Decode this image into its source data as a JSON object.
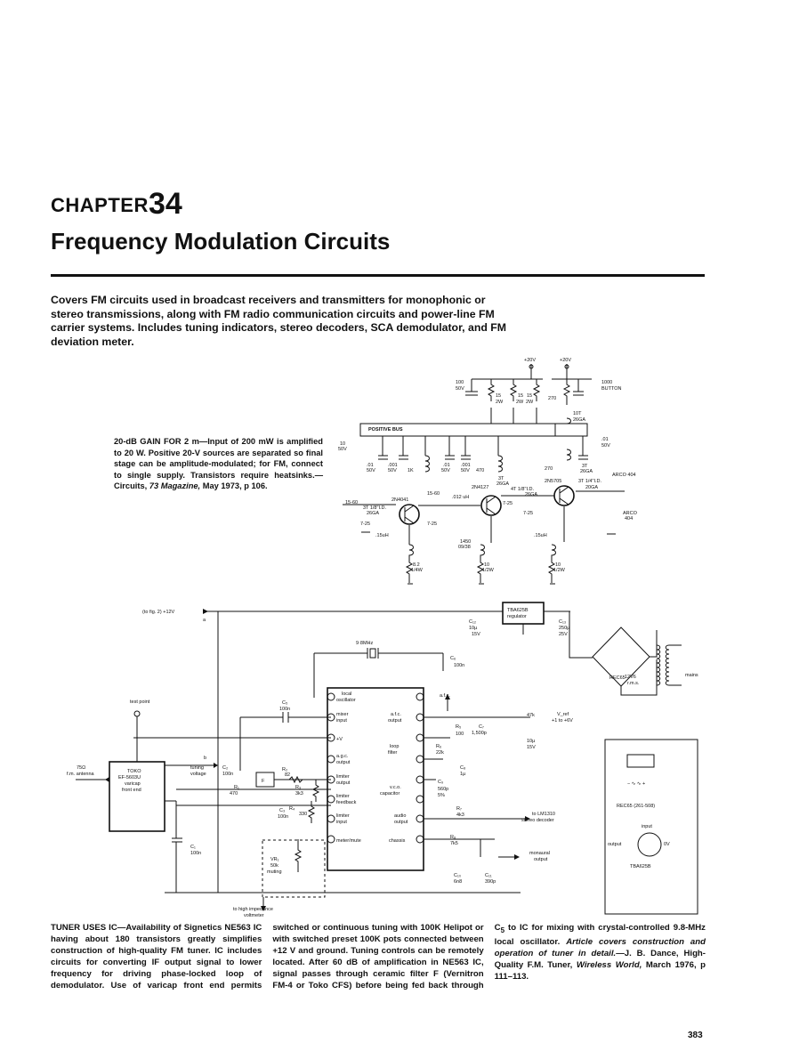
{
  "chapter": {
    "label": "CHAPTER",
    "number": "34",
    "title": "Frequency Modulation Circuits"
  },
  "intro": "Covers FM circuits used in broadcast receivers and transmitters for monophonic or stereo transmissions, along with FM radio communication circuits and power-line FM carrier systems. Includes tuning indicators, stereo decoders, SCA demodulator, and FM deviation meter.",
  "figure1": {
    "caption_head": "20-dB GAIN FOR 2 m",
    "caption_body": "—Input of 200 mW is amplified to 20 W. Positive 20-V sources are separated so final stage can be amplitude-modulated; for FM, connect to single supply. Transistors require heatsinks.—Circuits, ",
    "caption_source": "73 Magazine,",
    "caption_ref": " May 1973, p 106.",
    "labels": {
      "supply1": "+20V",
      "supply2": "+20V",
      "c100": "100",
      "c100v": "50V",
      "r15a": "15",
      "r15a2": "2W",
      "r15b": "15",
      "r15b2": "2W",
      "r15c": "15",
      "r15c2": "2W",
      "r270a": "270",
      "c1000": "1000",
      "button": "BUTTON",
      "l10t": "10T",
      "l10tg": "26GA",
      "bus": "POSITIVE BUS",
      "c10": "10",
      "c10v": "50V",
      "c01a": ".01",
      "c01av": "50V",
      "c001": ".001",
      "c001v": "50V",
      "r1k": "1K",
      "c01b": ".01",
      "c01bv": "50V",
      "c001b": ".001",
      "c001bv": "50V",
      "r470": "470",
      "l3ta": "3T",
      "l3tag": "26GA",
      "c01c": ".01",
      "c01cv": "50V",
      "r270b": "270",
      "l3tb": "3T",
      "l3tbg": "26GA",
      "q1": "2N4041",
      "q2": "2N4127",
      "q3": "2N5705",
      "arco1": "ARCO 404",
      "arco2": "ARCO",
      "arco2b": "404",
      "l3t18": "3T 1/8\"I.D.",
      "l3t18g": "26GA",
      "l4t": "4T 1/8\"I.D.",
      "l4tg": "26GA",
      "l3t14": "3T 1/4\"I.D.",
      "l3t14g": "20GA",
      "cap15_60a": "15-60",
      "cap15_60b": "15-60",
      "c725a": "7-25",
      "c725b": "7-25",
      "c725c": "7-25",
      "c725d": "7-25",
      "l012": ".012 uH",
      "l15a": ".15uH",
      "l15b": ".15uH",
      "r82": "8.2",
      "r82w": "1/4W",
      "r10a": "10",
      "r10aw": "1/2W",
      "r10b": "10",
      "r10bw": "1/2W",
      "c1450": "1450",
      "c1450b": "09/38"
    }
  },
  "figure2": {
    "labels": {
      "tofig": "(to fig. 2) +12V",
      "a": "a",
      "b": "b",
      "testpoint": "test point",
      "antenna": "75Ω",
      "antenna2": "f.m. antenna",
      "toko1": "TOKO",
      "toko2": "EF-5603U",
      "toko3": "varicap",
      "toko4": "front end",
      "tuning": "tuning",
      "tuning2": "voltage",
      "c1": "C₁",
      "c1v": "100n",
      "c2": "C₂",
      "c2v": "100n",
      "c3": "C₃",
      "c3v": "100n",
      "c5": "C₅",
      "c5v": "100n",
      "c6": "C₆",
      "c6v": "100n",
      "c7": "C₇",
      "c7v": "1,500p",
      "c8": "C₈",
      "c8v": "1µ",
      "c9": "C₉",
      "c9v": "560p",
      "c9t": "5%",
      "c10": "C₁₀",
      "c10v": "6n8",
      "c11": "C₁₁",
      "c11v": "390p",
      "c12": "C₁₂",
      "c12v": "10µ",
      "c12r": "15V",
      "c13": "C₁₃",
      "c13v": "250µ",
      "c13r": "25V",
      "cvref": "10µ",
      "cvref2": "15V",
      "r1": "R₁",
      "r1v": "470",
      "r2": "R₂",
      "r2v": "82",
      "r3": "R₃",
      "r3v": "3k3",
      "r4": "R₄",
      "r4v": "330",
      "r5": "R₅",
      "r5v": "100",
      "r6": "R₆",
      "r6v": "22k",
      "r7": "R₇",
      "r7v": "4k3",
      "r8": "R₈",
      "r8v": "7k5",
      "r47k": "47k",
      "vref": "V_ref",
      "vref2": "+1 to +6V",
      "filter": "F",
      "xtal": "9·8MHz",
      "vr1": "VR₁",
      "vr1v": "50k",
      "vr1m": "muting",
      "p1": "local",
      "p1b": "oscillator",
      "p2": "mixer",
      "p2b": "input",
      "p3": "+V",
      "p4": "a.g.c.",
      "p4b": "output",
      "p5": "limiter",
      "p5b": "output",
      "p6": "limiter",
      "p6b": "feedback",
      "p7": "limiter",
      "p7b": "input",
      "p8": "meter/mute",
      "p16": "a.f.c.",
      "p15": "a.f.c.",
      "p15b": "output",
      "p14": "loop",
      "p14b": "filter",
      "p11": "v.c.o.",
      "p11b": "capacitor",
      "p10": "audio",
      "p10b": "output",
      "p9": "chassis",
      "reg": "TBA625B",
      "reg2": "regulator",
      "bridge": "REC65",
      "xfmr": "12V6",
      "xfmr2": "r.m.s.",
      "mains": "mains",
      "lm1310": "to LM1310",
      "lm1310b": "stereo decoder",
      "mono": "monaural",
      "mono2": "output",
      "voltmeter": "to high impedance",
      "voltmeter2": "voltmeter",
      "rec65pins": "REC65 (261-508)",
      "input": "input",
      "output": "output",
      "zero": "0V",
      "tba": "TBA625B",
      "pinsym": "− ∿ ∿ +"
    }
  },
  "body": {
    "tuner_head": "TUNER USES IC",
    "tuner_text": "—Availability of Signetics NE563 IC having about 180 transistors greatly simplifies construction of high-quality FM tuner. IC includes circuits for converting IF output signal to lower frequency for driving phase-locked loop of demodulator. Use of varicap front end permits switched or continuous tuning with 100K Helipot or with switched preset 100K pots connected between +12 V and ground. Tuning controls can be remotely located. After 60 dB of amplification in NE563 IC, signal passes through ceramic filter F (Vernitron FM-4 or Toko CFS) before being fed back through C",
    "tuner_sub": "5",
    "tuner_text2": " to IC for mixing with crystal-controlled 9.8-MHz local oscillator. ",
    "tuner_italic": "Article covers construction and operation of tuner in detail.",
    "tuner_source": "—J. B. Dance, High-Quality F.M. Tuner, ",
    "tuner_journal": "Wireless World,",
    "tuner_ref": " March 1976, p 111–113."
  },
  "page_number": "383"
}
